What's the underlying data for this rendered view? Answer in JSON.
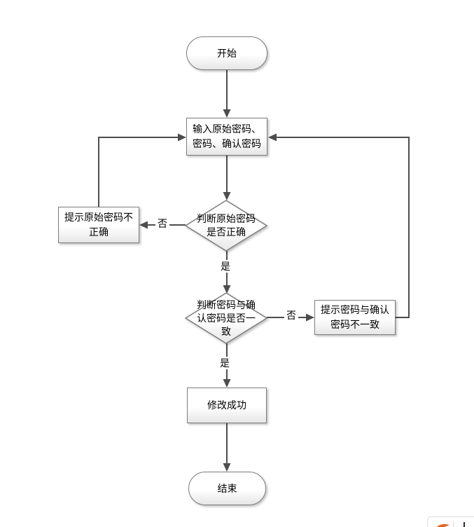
{
  "flowchart": {
    "title": "password-change-flowchart",
    "nodes": {
      "start": {
        "type": "terminator",
        "label": "开始"
      },
      "input": {
        "type": "process",
        "lines": {
          "l1": "输入原始密码、",
          "l2": "密码、确认密码"
        }
      },
      "decision_original": {
        "type": "decision",
        "lines": {
          "l1": "判断原始密码",
          "l2": "是否正确"
        }
      },
      "prompt_original_incorrect": {
        "type": "process",
        "lines": {
          "l1": "提示原始密码不",
          "l2": "正确"
        }
      },
      "decision_confirm": {
        "type": "decision",
        "lines": {
          "l1": "判断密码与确",
          "l2": "认密码是否一",
          "l3": "致"
        }
      },
      "prompt_confirm_mismatch": {
        "type": "process",
        "lines": {
          "l1": "提示密码与确认",
          "l2": "密码不一致"
        }
      },
      "success": {
        "type": "process",
        "label": "修改成功"
      },
      "end": {
        "type": "terminator",
        "label": "结束"
      }
    },
    "edge_labels": {
      "decision_original_no": "否",
      "decision_original_yes": "是",
      "decision_confirm_no": "否",
      "decision_confirm_yes": "是"
    },
    "colors": {
      "background": "#ffffff",
      "connector": "#4d4d4d",
      "shape_border": "#7d7d7d",
      "shape_fill_top": "#ffffff",
      "shape_fill_bottom": "#e6e6e6",
      "text": "#000000",
      "watermark_border": "#dcdcdc",
      "watermark_accent": "#e8641c"
    }
  }
}
